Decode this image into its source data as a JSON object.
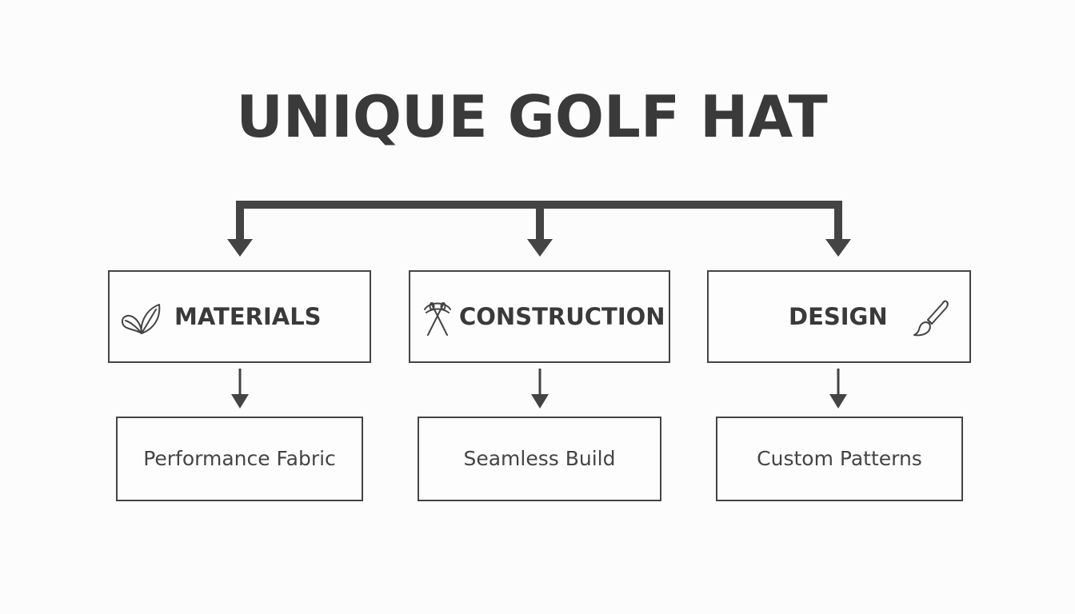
{
  "title": "UNIQUE GOLF HAT",
  "colors": {
    "line": "#444444",
    "text": "#3a3a3a",
    "background": "#fcfcfc"
  },
  "categories": [
    {
      "label": "MATERIALS",
      "icon": "leaf-icon",
      "child": "Performance Fabric"
    },
    {
      "label": "CONSTRUCTION",
      "icon": "needle-thread-icon",
      "child": "Seamless Build"
    },
    {
      "label": "DESIGN",
      "icon": "paintbrush-icon",
      "child": "Custom Patterns"
    }
  ]
}
